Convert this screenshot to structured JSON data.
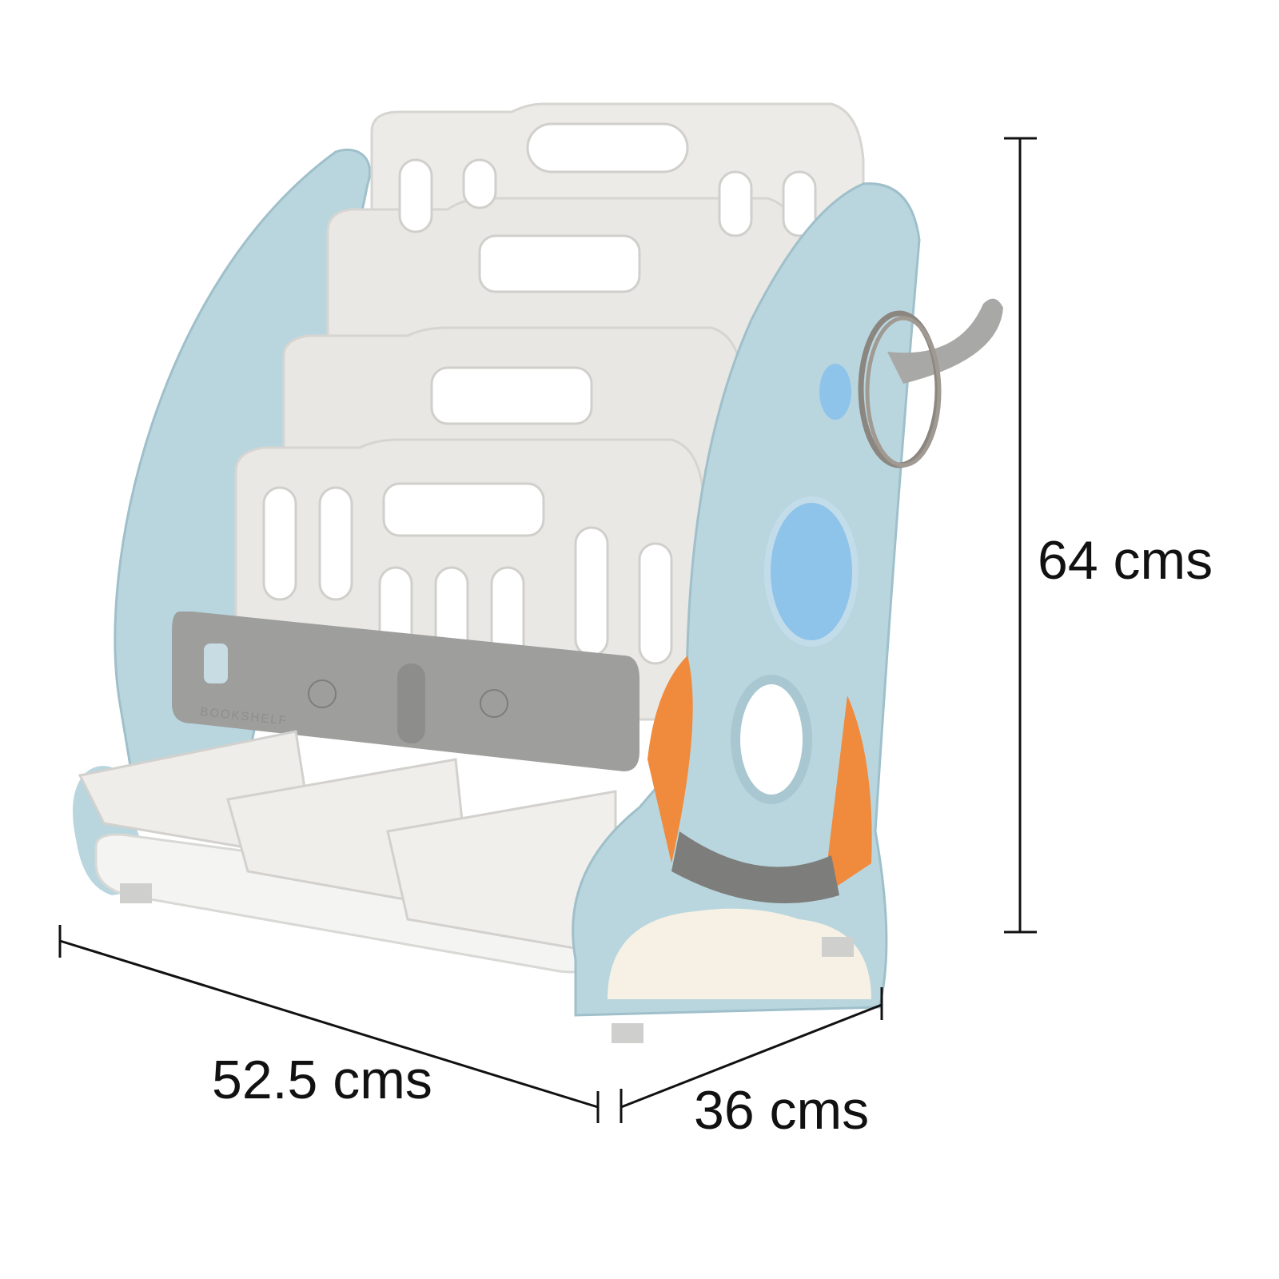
{
  "product": {
    "embossed_text": "BOOKSHELF",
    "colors": {
      "rocket_blue": "#b9d6df",
      "panel_white": "#ecebe8",
      "front_board_grey": "#9e9e9c",
      "accent_orange": "#f08a3c",
      "window_blue": "#8ec3ea",
      "cream": "#f6f1e4"
    }
  },
  "dimensions": {
    "height": "64 cms",
    "width": "52.5 cms",
    "depth": "36 cms"
  }
}
